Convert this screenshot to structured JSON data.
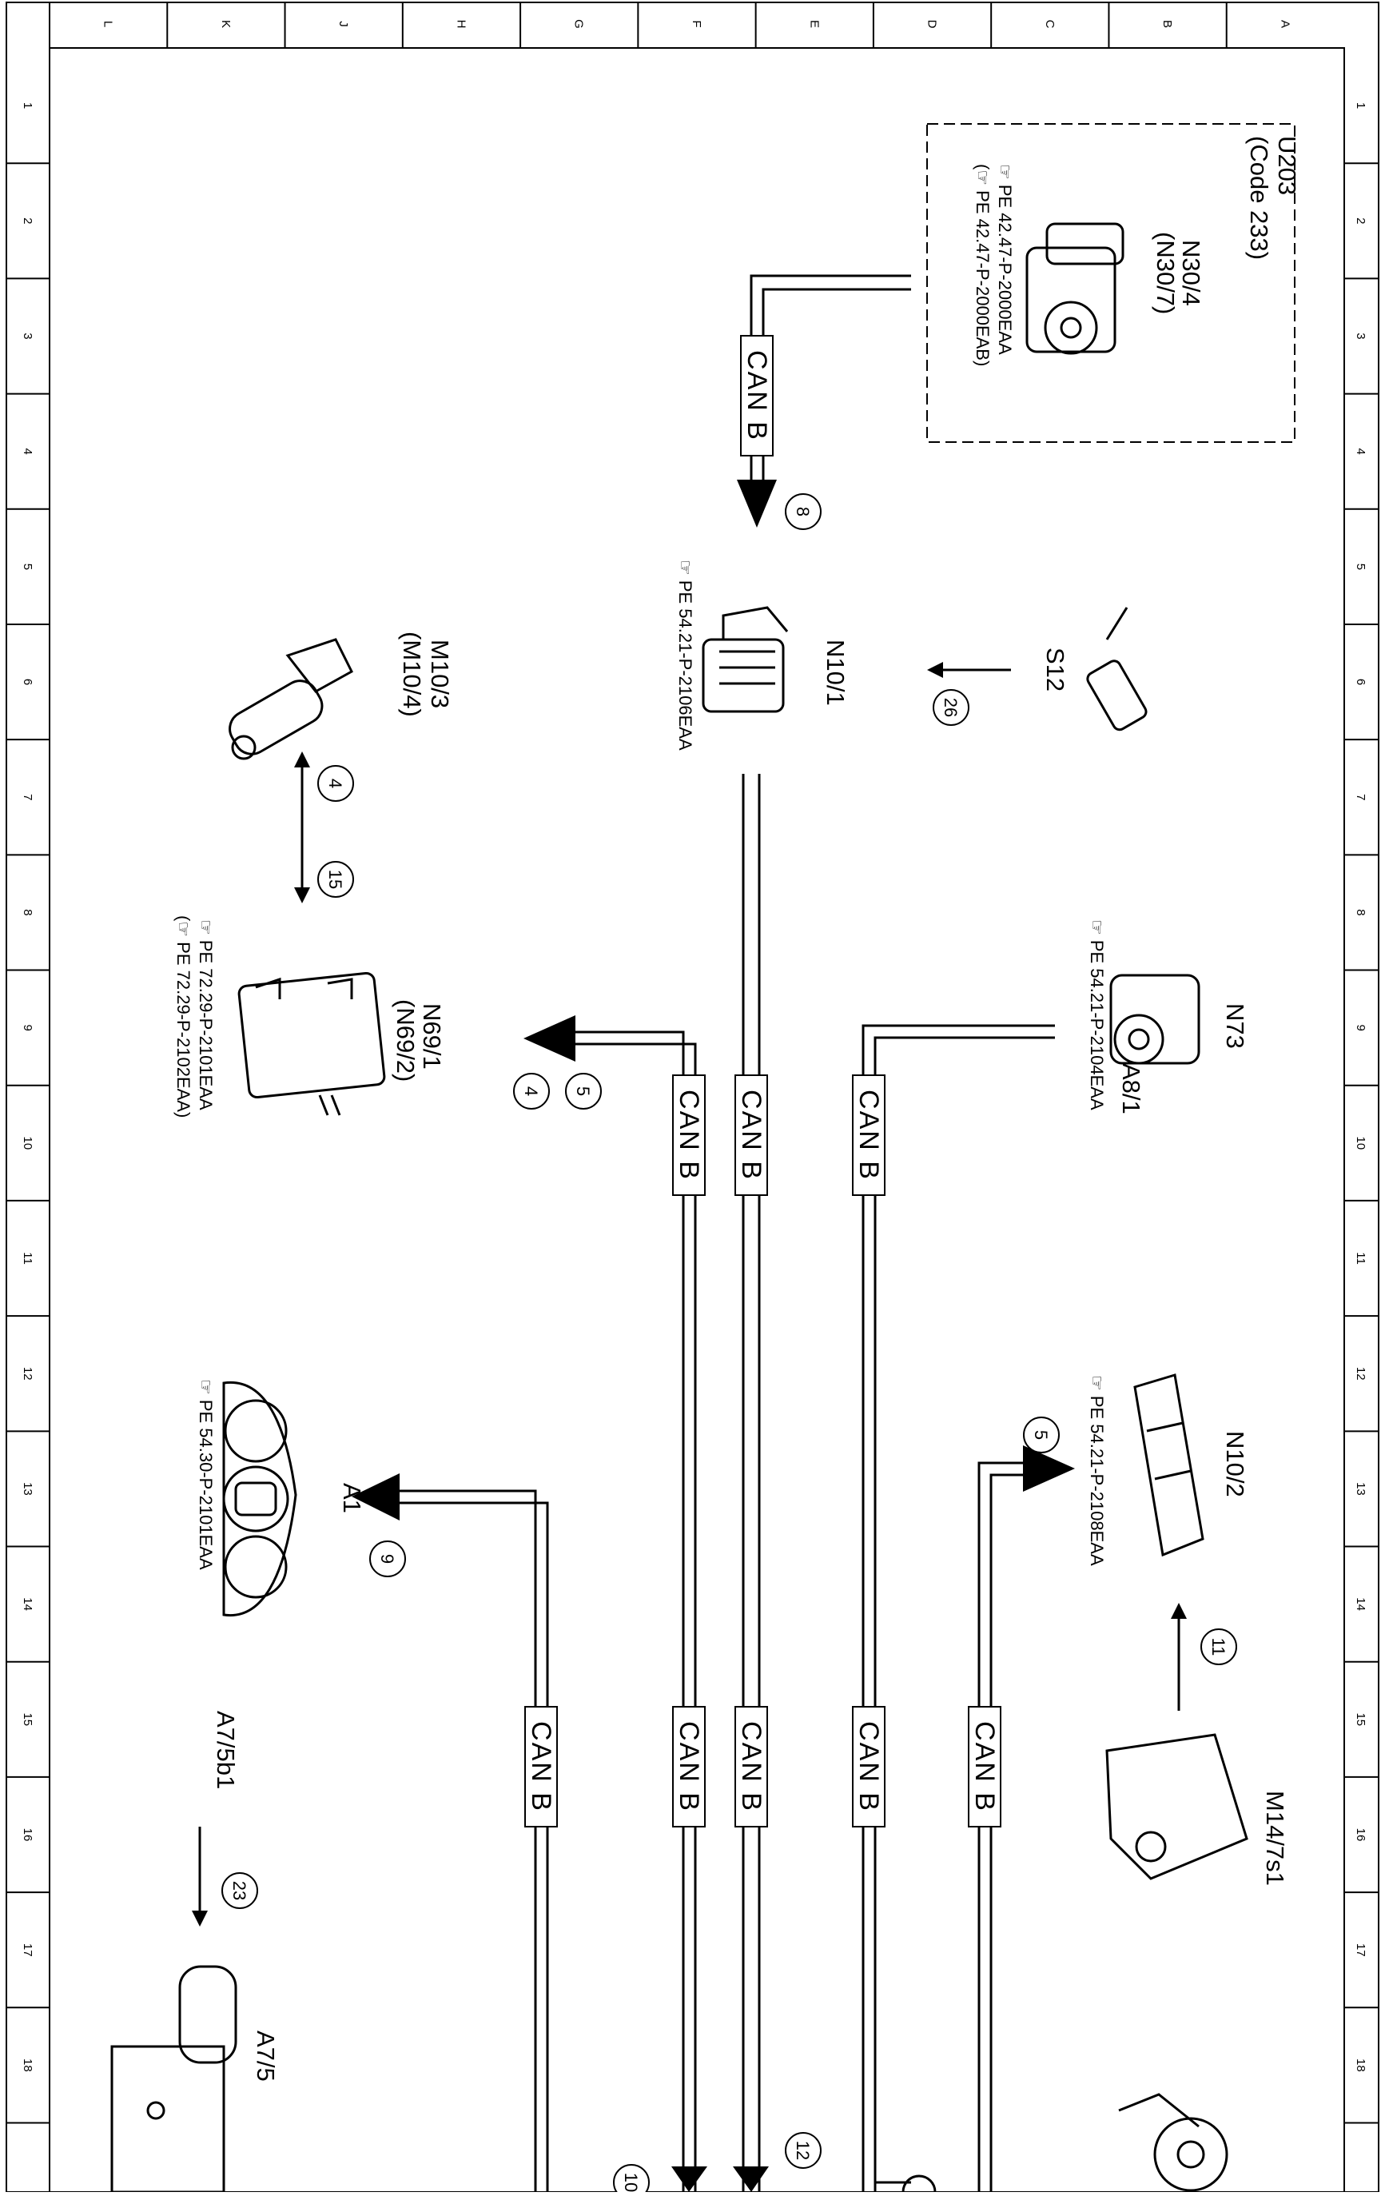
{
  "row_labels": [
    "A",
    "B",
    "C",
    "D",
    "E",
    "F",
    "G",
    "H",
    "J",
    "K",
    "L"
  ],
  "column_numbers": [
    "1",
    "2",
    "3",
    "4",
    "5",
    "6",
    "7",
    "8",
    "9",
    "10",
    "11",
    "12",
    "13",
    "14",
    "15",
    "16",
    "17",
    "18"
  ],
  "components": {
    "u203": {
      "label": "U203",
      "code": "(Code 233)"
    },
    "n30": {
      "name": "N30/4",
      "alt": "(N30/7)",
      "ref1": "PE 42.47-P-2000EAA",
      "ref2": "(☞ PE 42.47-P-2000EAB)"
    },
    "n10_1": {
      "name": "N10/1",
      "ref": "PE 54.21-P-2106EAA"
    },
    "s12": {
      "name": "S12"
    },
    "m10": {
      "name": "M10/3",
      "alt": "(M10/4)"
    },
    "n69": {
      "name": "N69/1",
      "alt": "(N69/2)",
      "ref1": "PE 72.29-P-2101EAA",
      "ref2": "(☞ PE 72.29-P-2102EAA)"
    },
    "n73": {
      "name": "N73",
      "sub": "A8/1",
      "ref": "PE 54.21-P-2104EAA"
    },
    "n10_2": {
      "name": "N10/2",
      "ref": "PE 54.21-P-2108EAA"
    },
    "a1": {
      "name": "A1",
      "ref": "PE 54.30-P-2101EAA"
    },
    "m14": {
      "name": "M14/7s1"
    },
    "a7_5b1": {
      "name": "A7/5b1"
    },
    "a7_5": {
      "name": "A7/5"
    }
  },
  "bus_label": "CAN B",
  "signal_numbers": {
    "s8": "8",
    "s26": "26",
    "s4": "4",
    "s15": "15",
    "s5": "5",
    "s9": "9",
    "s11": "11",
    "s23": "23",
    "s12": "12",
    "s10": "10"
  }
}
